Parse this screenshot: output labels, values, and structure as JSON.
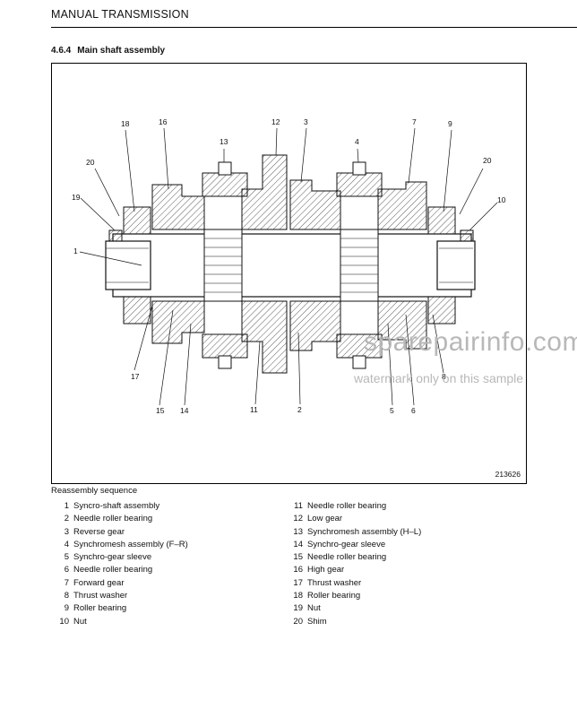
{
  "header": {
    "title": "MANUAL TRANSMISSION"
  },
  "section": {
    "number": "4.6.4",
    "title": "Main shaft assembly"
  },
  "figure": {
    "id": "213626",
    "callouts": [
      "18",
      "16",
      "12",
      "3",
      "7",
      "9",
      "13",
      "4",
      "20",
      "20",
      "19",
      "10",
      "1",
      "17",
      "15",
      "14",
      "11",
      "2",
      "5",
      "6",
      "8"
    ]
  },
  "watermark": {
    "line1": "sparepairinfo.com",
    "line2": "watermark only on this sample"
  },
  "sequence": {
    "title": "Reassembly sequence",
    "items": [
      {
        "n": "1",
        "label": "Syncro-shaft assembly"
      },
      {
        "n": "2",
        "label": "Needle roller bearing"
      },
      {
        "n": "3",
        "label": "Reverse gear"
      },
      {
        "n": "4",
        "label": "Synchromesh assembly (F–R)"
      },
      {
        "n": "5",
        "label": "Synchro-gear sleeve"
      },
      {
        "n": "6",
        "label": "Needle roller bearing"
      },
      {
        "n": "7",
        "label": "Forward gear"
      },
      {
        "n": "8",
        "label": "Thrust washer"
      },
      {
        "n": "9",
        "label": "Roller bearing"
      },
      {
        "n": "10",
        "label": "Nut"
      },
      {
        "n": "11",
        "label": "Needle roller bearing"
      },
      {
        "n": "12",
        "label": "Low gear"
      },
      {
        "n": "13",
        "label": "Synchromesh assembly (H–L)"
      },
      {
        "n": "14",
        "label": "Synchro-gear sleeve"
      },
      {
        "n": "15",
        "label": "Needle roller bearing"
      },
      {
        "n": "16",
        "label": "High gear"
      },
      {
        "n": "17",
        "label": "Thrust washer"
      },
      {
        "n": "18",
        "label": "Roller bearing"
      },
      {
        "n": "19",
        "label": "Nut"
      },
      {
        "n": "20",
        "label": "Shim"
      }
    ]
  }
}
